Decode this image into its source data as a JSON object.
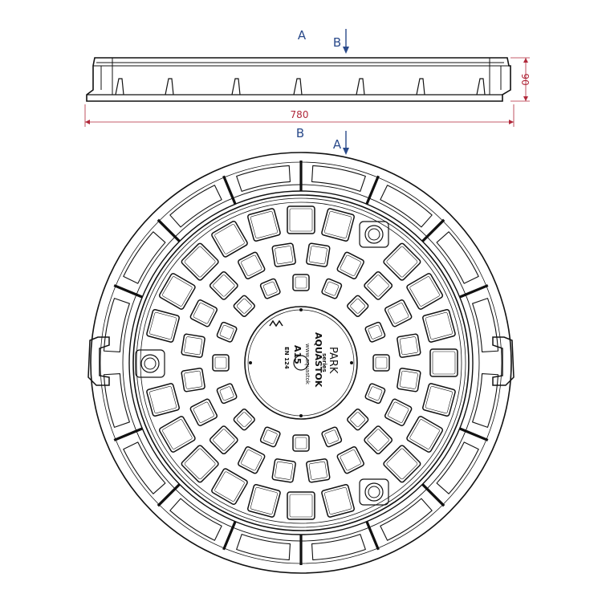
{
  "colors": {
    "line": "#111111",
    "dimension_red": "#b0283a",
    "section_blue": "#2a4a8a",
    "background": "#ffffff"
  },
  "side_view": {
    "width_dimension": "780",
    "height_dimension": "90",
    "section_label_top": "A",
    "section_marker_top": "B",
    "section_label_bottom": "B"
  },
  "top_view": {
    "section_marker": "A",
    "center_plate": {
      "brand": "AQUASTOK",
      "series_name": "PARK",
      "series_word": "series",
      "website": "www.aquastok",
      "load_class": "A15",
      "standard": "EN 124"
    }
  }
}
